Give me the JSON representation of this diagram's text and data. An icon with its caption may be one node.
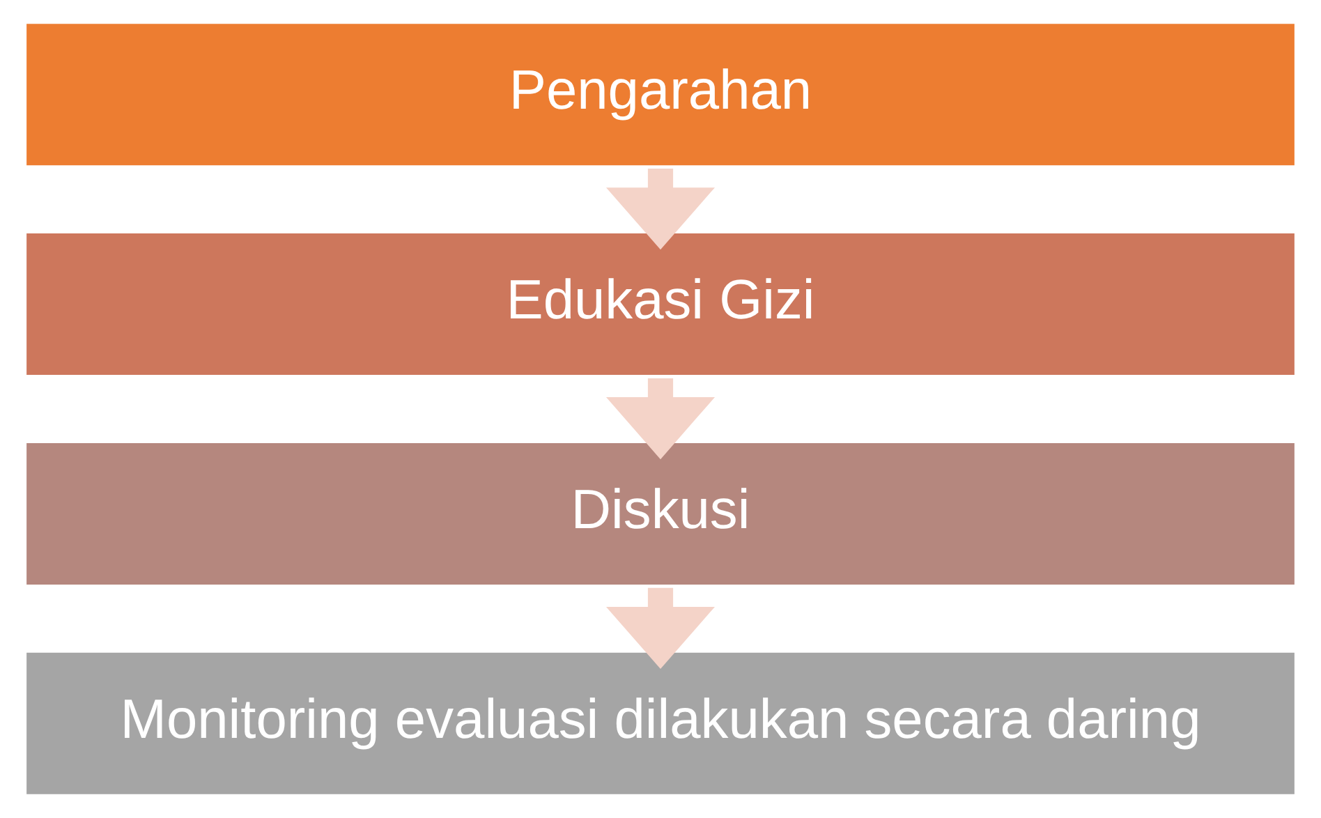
{
  "diagram": {
    "nodes": [
      {
        "text": [
          "Pengarahan"
        ]
      },
      {
        "text": [
          "Edukasi Gizi"
        ]
      },
      {
        "text": [
          "Diskusi"
        ]
      },
      {
        "text": [
          "Monitoring evaluasi dilakukan secara daring"
        ]
      }
    ],
    "edges": [
      {
        "from": 0,
        "to": 1,
        "arrow": "to"
      },
      {
        "from": 1,
        "to": 2,
        "arrow": "to"
      },
      {
        "from": 2,
        "to": 3,
        "arrow": "to"
      }
    ]
  }
}
